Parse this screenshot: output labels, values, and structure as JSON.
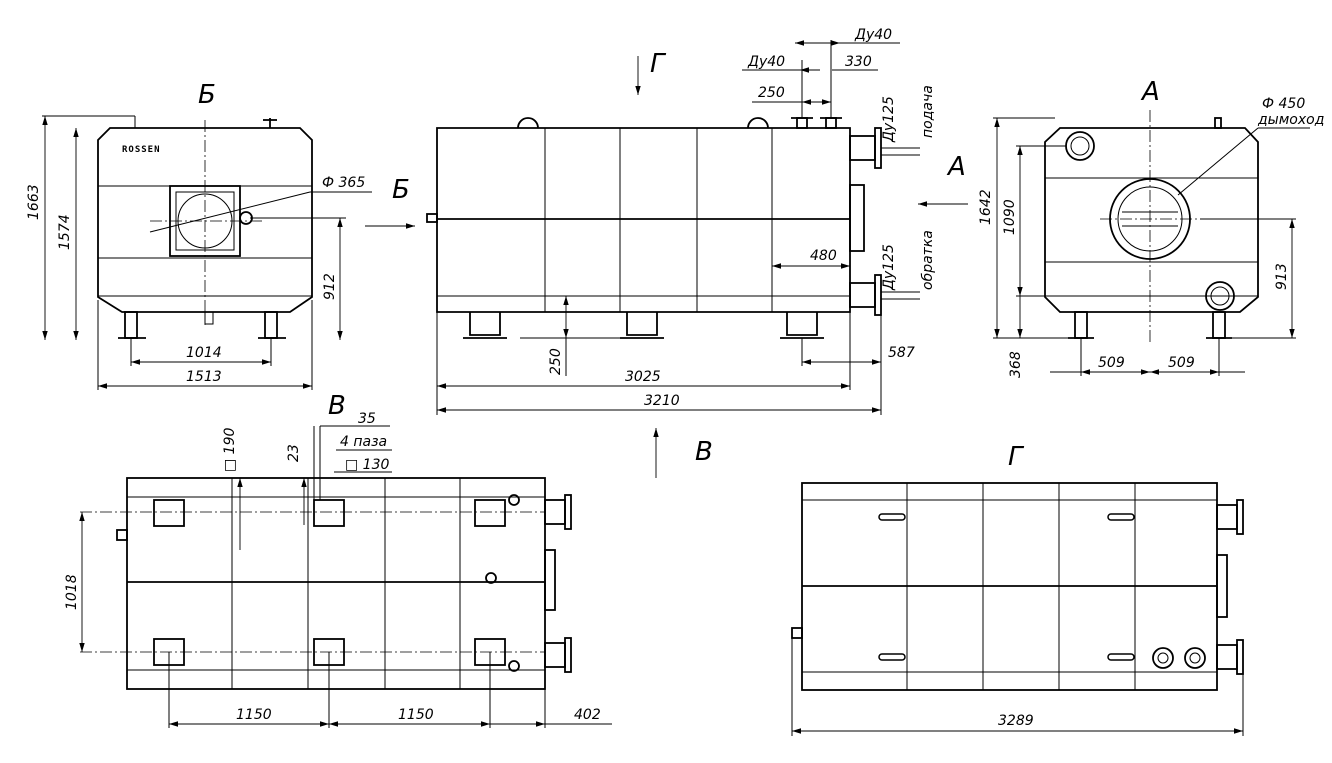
{
  "views": {
    "b": {
      "label": "Б",
      "logo": "ROSSEN",
      "dims": {
        "h_total": "1663",
        "h_body": "1574",
        "burner_dia": "Ф 365",
        "burner_h": "912",
        "leg_span": "1014",
        "width": "1513"
      },
      "arrow_label": "Б"
    },
    "main": {
      "top_arrow_label": "Г",
      "bottom_arrow_label": "В",
      "side_arrow_label": "А",
      "dims": {
        "du40_a": "Ду40",
        "du40_b": "Ду40",
        "d330": "330",
        "d250": "250",
        "du125_top": "Ду125",
        "podacha": "подача",
        "du125_bot": "Ду125",
        "obratka": "обратка",
        "d480": "480",
        "d587": "587",
        "d250_leg": "250",
        "d3025": "3025",
        "d3210": "3210"
      }
    },
    "a": {
      "label": "А",
      "dims": {
        "flue_dia": "Ф 450",
        "flue_name": "дымоход",
        "h_total": "1642",
        "h_center": "1090",
        "h_flue": "913",
        "h_leg": "368",
        "half_left": "509",
        "half_right": "509"
      }
    },
    "v": {
      "label": "В",
      "dims": {
        "d35": "35",
        "slots": "4 паза",
        "sq130": "□ 130",
        "sq190": "□ 190",
        "d23": "23",
        "d1018": "1018",
        "d1150_a": "1150",
        "d1150_b": "1150",
        "d402": "402"
      }
    },
    "g": {
      "label": "Г",
      "dims": {
        "d3289": "3289"
      }
    }
  }
}
